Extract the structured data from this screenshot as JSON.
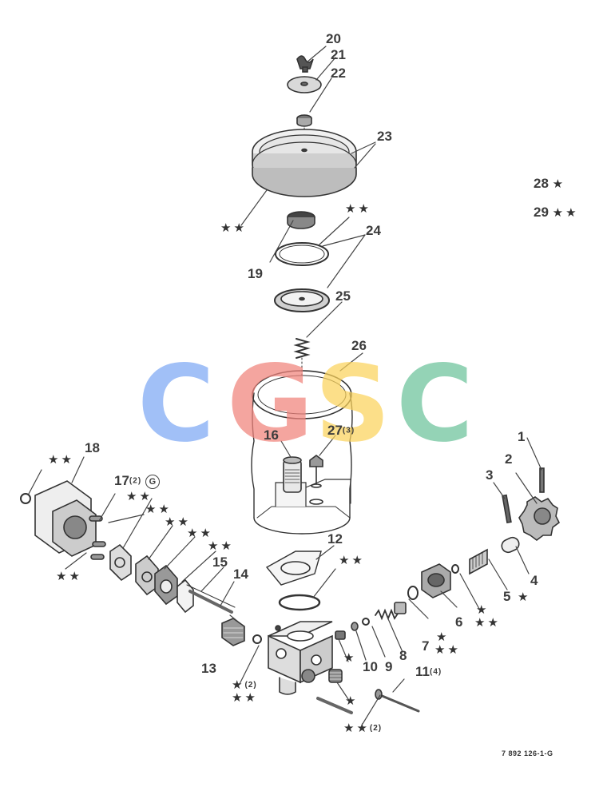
{
  "diagram": {
    "drawing_number": "7 892 126-1-G",
    "legend": [
      {
        "number": "28",
        "symbol": "★"
      },
      {
        "number": "29",
        "symbol": "★★"
      }
    ],
    "callouts": {
      "n1": "1",
      "n2": "2",
      "n3": "3",
      "n4": "4",
      "n5": "5",
      "n6": "6",
      "n7": "7",
      "n8": "8",
      "n9": "9",
      "n10": "10",
      "n11": "11",
      "n12": "12",
      "n13": "13",
      "n14": "14",
      "n15": "15",
      "n16": "16",
      "n17": "17",
      "n18": "18",
      "n19": "19",
      "n20": "20",
      "n21": "21",
      "n22": "22",
      "n23": "23",
      "n24": "24",
      "n25": "25",
      "n26": "26",
      "n27": "27"
    },
    "quantities": {
      "q11": "(4)",
      "q17": "(2)",
      "q27": "(3)",
      "q_washer": "(2)",
      "q_bolt": "(2)"
    },
    "marks": {
      "circled_g": "G",
      "one_star": "★",
      "two_star": "★★"
    }
  },
  "watermark": {
    "letters": [
      "C",
      "G",
      "S",
      "C"
    ],
    "colors": [
      "#7ea8f4",
      "#f1837b",
      "#fbd35c",
      "#6cc39a"
    ]
  }
}
